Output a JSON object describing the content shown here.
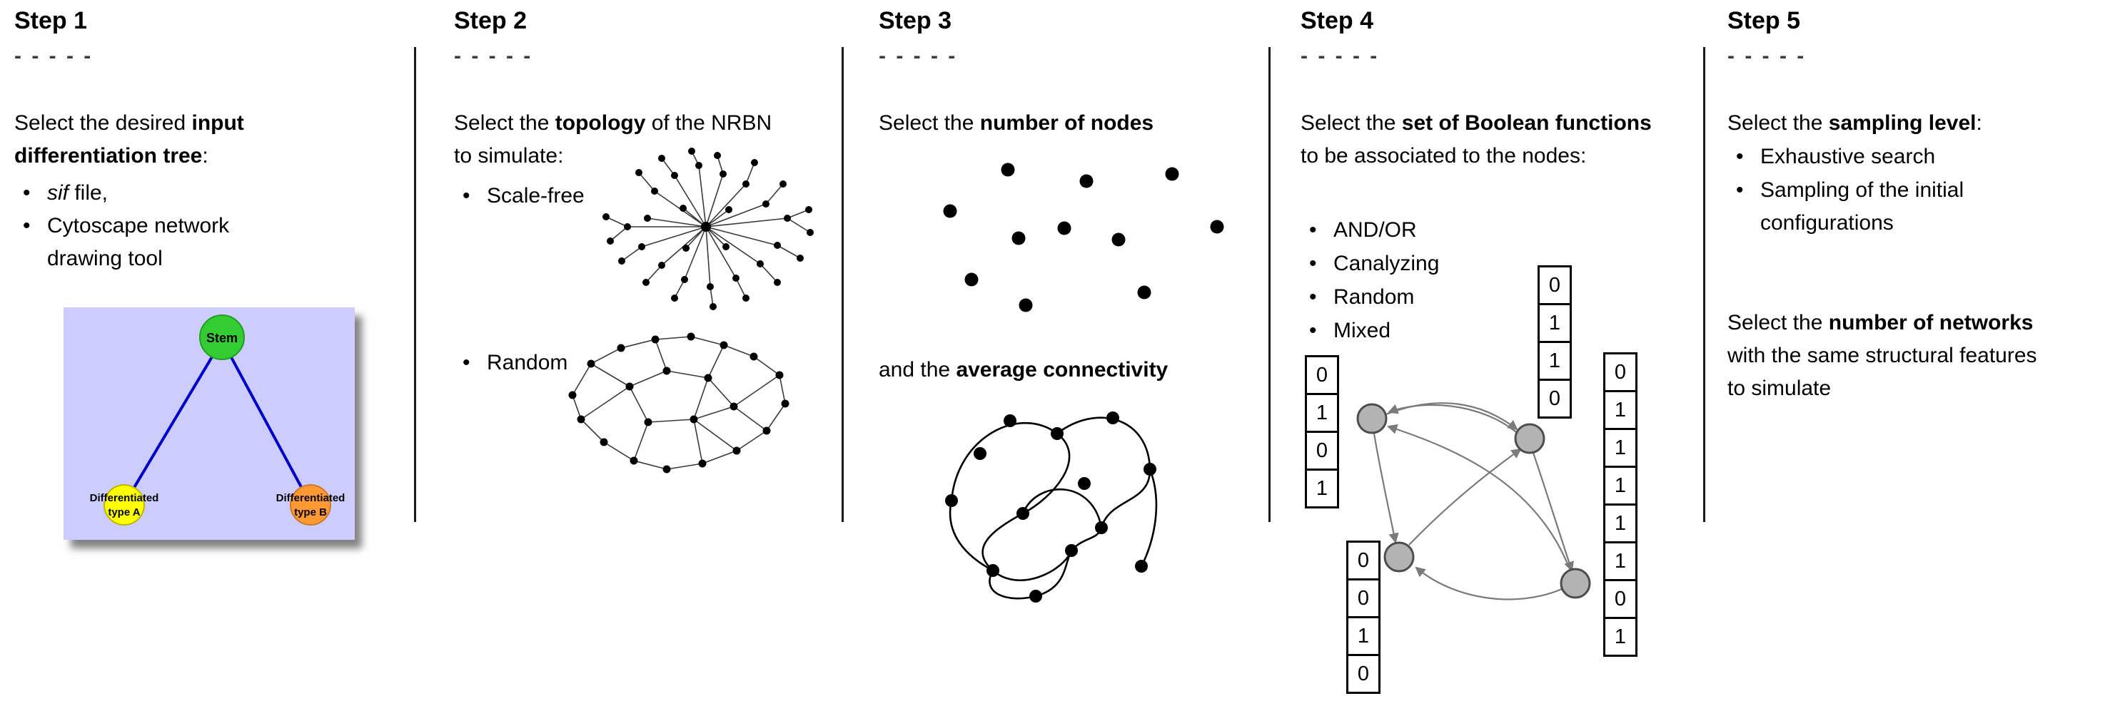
{
  "ui": {
    "bullet": "•"
  },
  "step1": {
    "title": "Step 1",
    "dashes": "- - - - -",
    "intro": {
      "pre": "Select the desired ",
      "bold": "input differentiation tree",
      "post": ":"
    },
    "bullet1": {
      "italic": "sif",
      "rest": " file,"
    },
    "bullet2": {
      "line1": "Cytoscape network",
      "line2": "drawing tool"
    },
    "tree": {
      "stem_label": "Stem",
      "type_a_line1": "Differentiated",
      "type_a_line2": "type A",
      "type_b_line1": "Differentiated",
      "type_b_line2": "type B",
      "bg_color": "#ccccff",
      "stem_color": "#33cc33",
      "type_a_color": "#ffff00",
      "type_b_color": "#ff9933",
      "edge_color": "#0000cc"
    }
  },
  "step2": {
    "title": "Step 2",
    "dashes": "- - - - -",
    "intro": {
      "pre": "Select the ",
      "bold": "topology",
      "post": " of the NRBN to simulate:"
    },
    "bullet1": "Scale-free",
    "bullet2": "Random"
  },
  "step3": {
    "title": "Step 3",
    "dashes": "- - - - -",
    "intro": {
      "pre": "Select the ",
      "bold": "number of nodes"
    },
    "mid": {
      "pre": "and the ",
      "bold": "average connectivity"
    }
  },
  "step4": {
    "title": "Step 4",
    "dashes": "- - - - -",
    "intro": {
      "pre": "Select the ",
      "bold": "set of Boolean functions",
      "post": " to be associated to the nodes:"
    },
    "bullets": [
      "AND/OR",
      "Canalyzing",
      "Random",
      "Mixed"
    ],
    "tables": {
      "a": [
        "0",
        "1",
        "0",
        "1"
      ],
      "b": [
        "0",
        "1",
        "1",
        "0"
      ],
      "c": [
        "0",
        "0",
        "1",
        "0"
      ],
      "d": [
        "0",
        "1",
        "1",
        "1",
        "1",
        "1",
        "0",
        "1"
      ]
    }
  },
  "step5": {
    "title": "Step 5",
    "dashes": "- - - - -",
    "intro": {
      "pre": "Select the ",
      "bold": "sampling level",
      "post": ":"
    },
    "bullet1": "Exhaustive search",
    "bullet2": {
      "line1": "Sampling of the initial",
      "line2": "configurations"
    },
    "para2": {
      "pre": "Select the ",
      "bold": "number of networks",
      "post": " with the same structural features to simulate"
    }
  }
}
